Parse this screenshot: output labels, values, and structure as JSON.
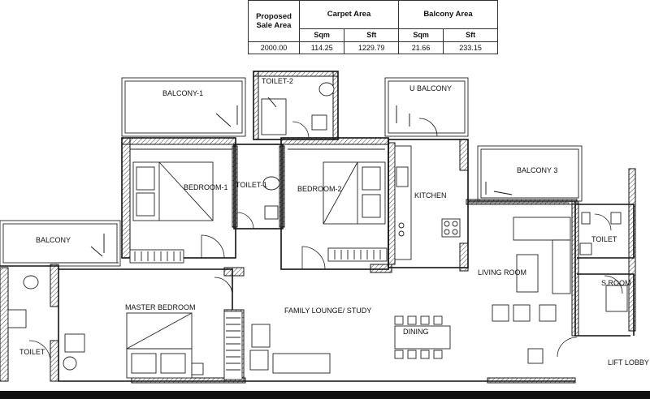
{
  "area_table": {
    "proposed_label_line1": "Proposed",
    "proposed_label_line2": "Sale Area",
    "carpet_header": "Carpet Area",
    "balcony_header": "Balcony Area",
    "sqm_label_1": "Sqm",
    "sft_label_1": "Sft",
    "sqm_label_2": "Sqm",
    "sft_label_2": "Sft",
    "proposed_value": "2000.00",
    "carpet_sqm": "114.25",
    "carpet_sft": "1229.79",
    "balcony_sqm": "21.66",
    "balcony_sft": "233.15"
  },
  "rooms": {
    "balcony_1": "BALCONY-1",
    "toilet_2": "TOILET-2",
    "u_balcony": "U BALCONY",
    "bedroom_1": "BEDROOM-1",
    "toilet_1": "TOILET-1",
    "bedroom_2": "BEDROOM-2",
    "kitchen": "KITCHEN",
    "balcony_3": "BALCONY 3",
    "balcony": "BALCONY",
    "toilet_right": "TOILET",
    "living_room": "LIVING ROOM",
    "s_room": "S.ROOM",
    "master_bedroom": "MASTER BEDROOM",
    "family_lounge": "FAMILY LOUNGE/ STUDY",
    "dining": "DINING",
    "toilet_left": "TOILET",
    "lift_lobby": "LIFT LOBBY"
  }
}
